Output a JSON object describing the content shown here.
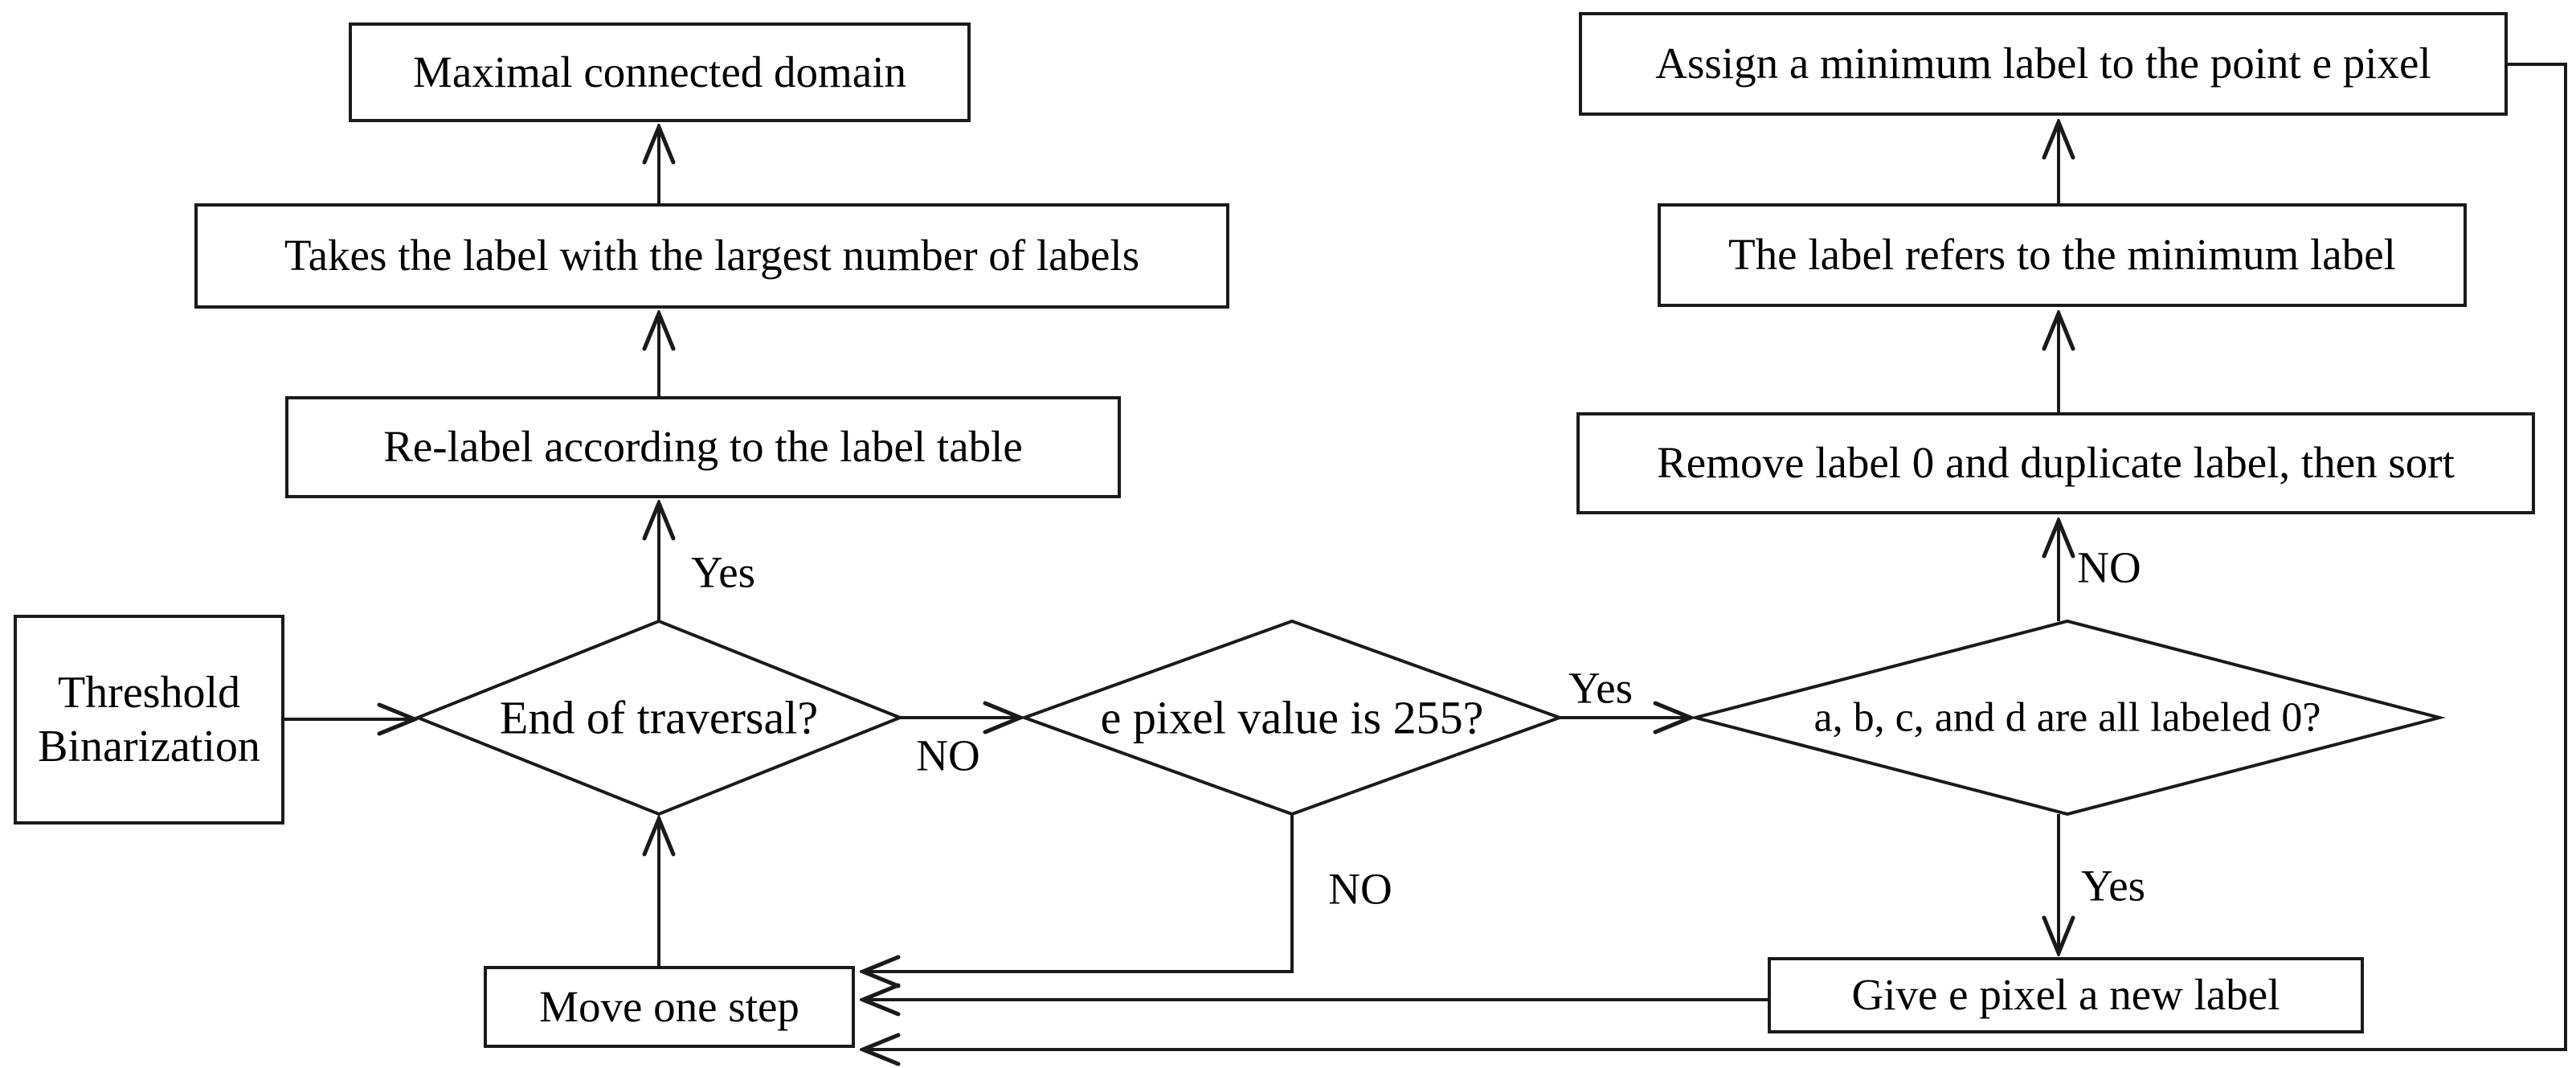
{
  "diagram": {
    "background": "#ffffff",
    "line_color": "#1a1a1a",
    "text_color": "#000000",
    "nodes": {
      "threshold_binarization": {
        "label": "Threshold Binarization",
        "type": "process"
      },
      "maximal_connected_domain": {
        "label": "Maximal connected domain",
        "type": "process"
      },
      "takes_largest_label": {
        "label": "Takes the label with the largest number of labels",
        "type": "process"
      },
      "relabel_by_table": {
        "label": "Re-label according to the label table",
        "type": "process"
      },
      "end_of_traversal": {
        "label": "End of traversal?",
        "type": "decision"
      },
      "pixel_value_255": {
        "label": "e pixel value is 255?",
        "type": "decision"
      },
      "abcd_all_zero": {
        "label": "a, b, c, and d are all labeled 0?",
        "type": "decision"
      },
      "assign_min_label": {
        "label": "Assign a minimum label to the point e pixel",
        "type": "process"
      },
      "label_refers_min": {
        "label": "The label refers to the minimum label",
        "type": "process"
      },
      "remove_label0_sort": {
        "label": "Remove label 0 and duplicate label, then sort",
        "type": "process"
      },
      "move_one_step": {
        "label": "Move one step",
        "type": "process"
      },
      "give_new_label": {
        "label": "Give e pixel a new label",
        "type": "process"
      }
    },
    "edge_labels": {
      "end_traversal_yes": "Yes",
      "end_traversal_no": "NO",
      "pixel255_yes": "Yes",
      "pixel255_no": "NO",
      "abcd_no": "NO",
      "abcd_yes": "Yes"
    }
  }
}
